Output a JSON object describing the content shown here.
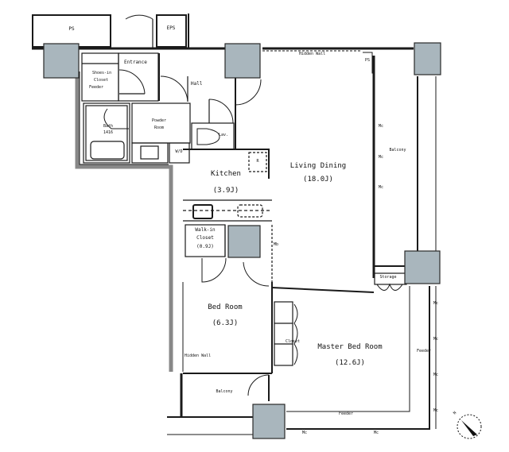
{
  "colors": {
    "wall": "#1a1a1a",
    "column": "#a9b6bd",
    "column_border": "#2a2a2a",
    "outer_wall_fill": "#bfc7cc",
    "background": "#ffffff"
  },
  "rooms": {
    "ps_top_left": {
      "label": "PS"
    },
    "ps_top_right": {
      "label": "EPS"
    },
    "entrance": {
      "label": "Entrance"
    },
    "shoes_in_closet": {
      "label_line1": "Shoes-in",
      "label_line2": "Closet",
      "label_line3": "Feeder"
    },
    "hall": {
      "label": "Hall"
    },
    "bath": {
      "label_line1": "Bath",
      "label_line2": "1416"
    },
    "powder_room": {
      "label_line1": "Powder",
      "label_line2": "Room"
    },
    "wd": {
      "label": "W/D"
    },
    "lavatory": {
      "label": "Lav."
    },
    "kitchen": {
      "label": "Kitchen",
      "size": "(3.9J)"
    },
    "refrigerator": {
      "label": "R"
    },
    "living_dining": {
      "label": "Living Dining",
      "size": "(18.0J)"
    },
    "walk_in_closet": {
      "label_line1": "Walk-in",
      "label_line2": "Closet",
      "label_line3": "(0.9J)"
    },
    "balcony_right": {
      "label": "Balcony"
    },
    "storage": {
      "label": "Storage"
    },
    "bed_room": {
      "label": "Bed Room",
      "size": "(6.3J)"
    },
    "closet": {
      "label": "Closet"
    },
    "master_bed_room": {
      "label": "Master Bed Room",
      "size": "(12.6J)"
    },
    "balcony_bottom": {
      "label": "Balcony"
    },
    "ps_small": {
      "label": "PS"
    }
  },
  "annotations": {
    "hidden_wall_top": "Hidden Wall",
    "hidden_wall_bedroom": "Hidden Wall",
    "mc_marks": [
      "Mc",
      "Mc",
      "Mc",
      "Mc",
      "Mc",
      "Mc",
      "Mc",
      "Mc",
      "Mc"
    ],
    "mb_mark": "Mb",
    "feeder_right": "Feeder",
    "feeder_bottom": "Feeder"
  },
  "compass": {
    "label": "N",
    "icon": "north-arrow-icon"
  }
}
